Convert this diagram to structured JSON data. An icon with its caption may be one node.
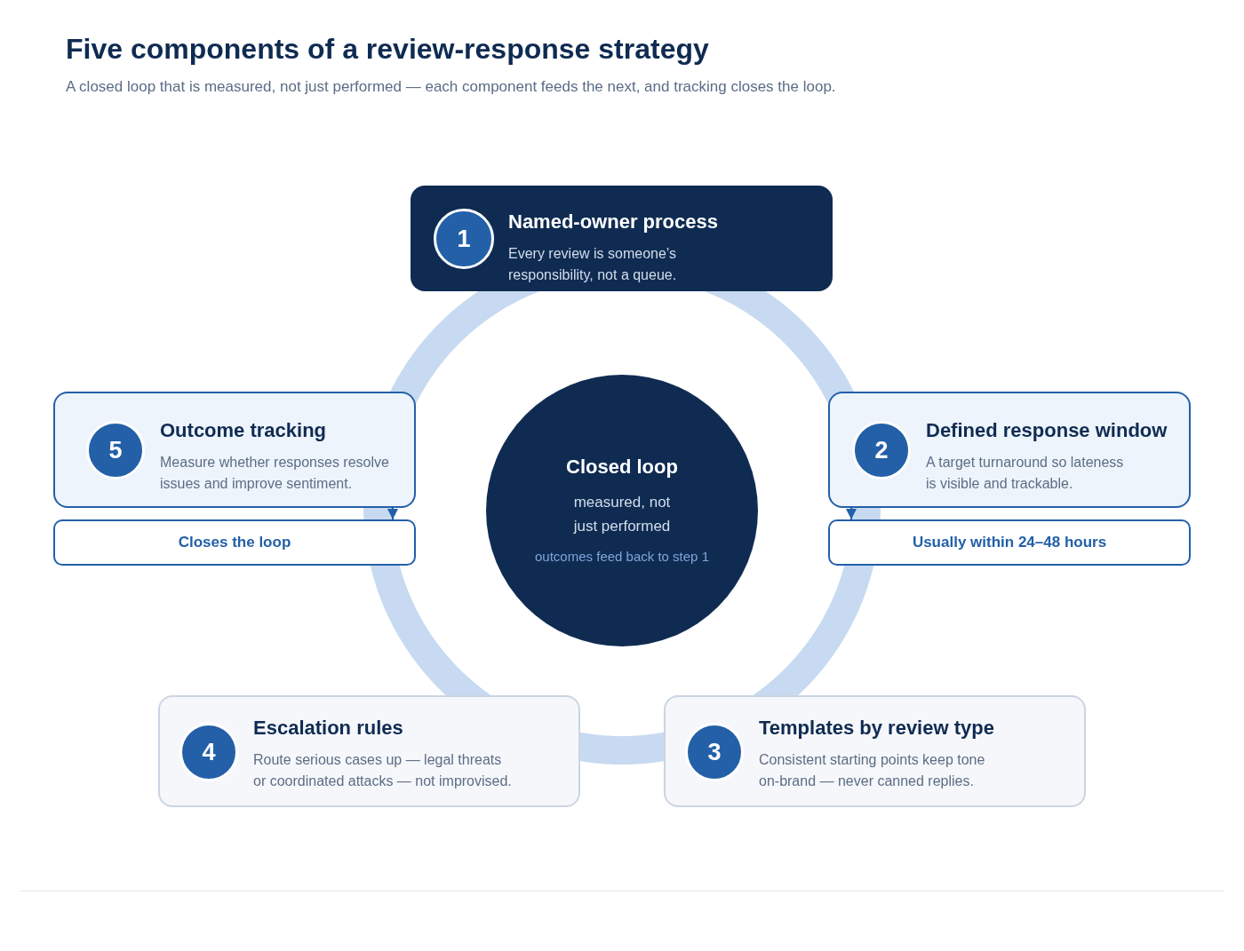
{
  "diagram": {
    "title": "Five components of a review-response strategy",
    "nodes": [
      {
        "text": [
          "Named-owner process",
          "Every review is someone’s responsibility, not a queue."
        ]
      },
      {
        "text": [
          "1"
        ],
        "in": 0
      },
      {
        "text": [
          "Outcome tracking",
          "Measure whether responses resolve issues and improve sentiment."
        ]
      },
      {
        "text": [
          "5"
        ],
        "in": 2
      },
      {
        "text": [
          "Closed loop",
          "measured, not just performed",
          "outcomes feed back to step 1"
        ]
      },
      {
        "text": [
          "Defined response window",
          "A target turnaround so lateness is visible and trackable."
        ]
      },
      {
        "text": [
          "2"
        ],
        "in": 5
      },
      {
        "text": [
          "Closes the loop"
        ]
      },
      {
        "text": [
          "Usually within 24–48 hours"
        ]
      },
      {
        "text": [
          "Escalation rules",
          "Route serious cases up — legal threats or coordinated attacks — not improvised."
        ]
      },
      {
        "text": [
          "4"
        ],
        "in": 9
      },
      {
        "text": [
          "Templates by review type",
          "Consistent starting points keep tone on-brand — never canned replies."
        ]
      },
      {
        "text": [
          "3"
        ],
        "in": 11
      }
    ],
    "edges": [
      {
        "from": 0,
        "to": 5,
        "arrow": "none"
      },
      {
        "from": 5,
        "to": 11,
        "arrow": "none"
      },
      {
        "from": 11,
        "to": 9,
        "arrow": "none"
      },
      {
        "from": 9,
        "to": 2,
        "arrow": "none"
      },
      {
        "from": 2,
        "to": 0,
        "arrow": "none"
      },
      {
        "from": 2,
        "to": 7,
        "arrow": "to"
      },
      {
        "from": 5,
        "to": 8,
        "arrow": "to"
      }
    ],
    "labels": [
      "A closed loop that is measured, not just performed — each component feeds the next, and tracking closes the loop."
    ]
  }
}
